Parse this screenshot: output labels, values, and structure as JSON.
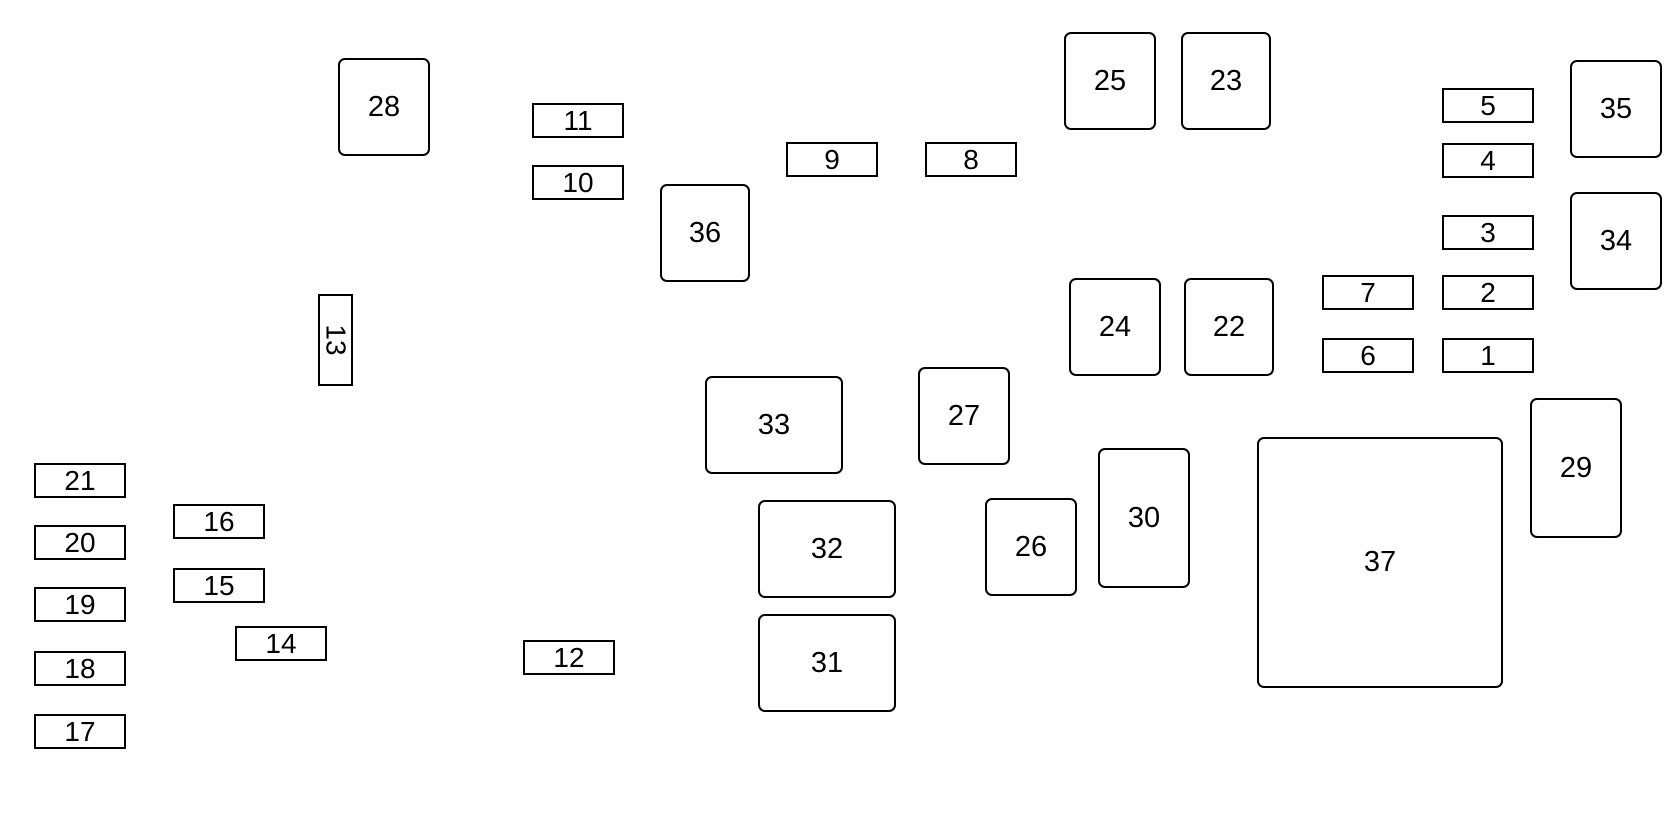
{
  "diagram": {
    "colors": {
      "outline": "#000000",
      "background": "#ffffff",
      "text": "#000000"
    },
    "fuses": {
      "f1": "1",
      "f2": "2",
      "f3": "3",
      "f4": "4",
      "f5": "5",
      "f6": "6",
      "f7": "7",
      "f8": "8",
      "f9": "9",
      "f10": "10",
      "f11": "11",
      "f12": "12",
      "f13": "13",
      "f14": "14",
      "f15": "15",
      "f16": "16",
      "f17": "17",
      "f18": "18",
      "f19": "19",
      "f20": "20",
      "f21": "21"
    },
    "relays": {
      "r22": "22",
      "r23": "23",
      "r24": "24",
      "r25": "25",
      "r26": "26",
      "r27": "27",
      "r28": "28",
      "r29": "29",
      "r30": "30",
      "r31": "31",
      "r32": "32",
      "r33": "33",
      "r34": "34",
      "r35": "35",
      "r36": "36",
      "r37": "37"
    }
  }
}
